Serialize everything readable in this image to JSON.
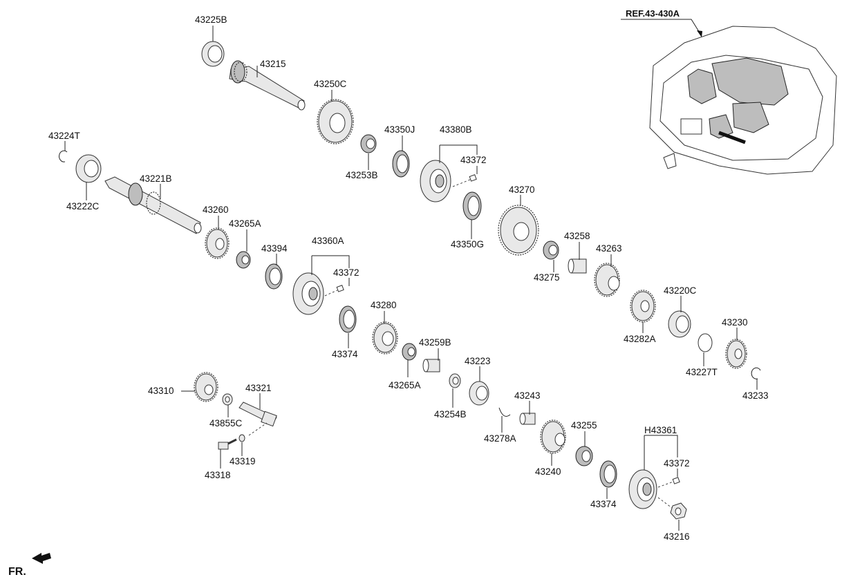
{
  "reference": {
    "label": "REF.43-430A"
  },
  "front_indicator": {
    "label": "FR."
  },
  "parts": [
    {
      "id": "p1",
      "number": "43225B"
    },
    {
      "id": "p2",
      "number": "43215"
    },
    {
      "id": "p3",
      "number": "43250C"
    },
    {
      "id": "p4",
      "number": "43350J"
    },
    {
      "id": "p5",
      "number": "43380B"
    },
    {
      "id": "p6",
      "number": "43372"
    },
    {
      "id": "p7",
      "number": "43253B"
    },
    {
      "id": "p8",
      "number": "43224T"
    },
    {
      "id": "p9",
      "number": "43221B"
    },
    {
      "id": "p10",
      "number": "43222C"
    },
    {
      "id": "p11",
      "number": "43260"
    },
    {
      "id": "p12",
      "number": "43265A"
    },
    {
      "id": "p13",
      "number": "43394"
    },
    {
      "id": "p14",
      "number": "43360A"
    },
    {
      "id": "p15",
      "number": "43372"
    },
    {
      "id": "p16",
      "number": "43270"
    },
    {
      "id": "p17",
      "number": "43350G"
    },
    {
      "id": "p18",
      "number": "43258"
    },
    {
      "id": "p19",
      "number": "43263"
    },
    {
      "id": "p20",
      "number": "43275"
    },
    {
      "id": "p21",
      "number": "43220C"
    },
    {
      "id": "p22",
      "number": "43282A"
    },
    {
      "id": "p23",
      "number": "43230"
    },
    {
      "id": "p24",
      "number": "43227T"
    },
    {
      "id": "p25",
      "number": "43233"
    },
    {
      "id": "p26",
      "number": "43280"
    },
    {
      "id": "p27",
      "number": "43374"
    },
    {
      "id": "p28",
      "number": "43259B"
    },
    {
      "id": "p29",
      "number": "43265A"
    },
    {
      "id": "p30",
      "number": "43223"
    },
    {
      "id": "p31",
      "number": "43254B"
    },
    {
      "id": "p32",
      "number": "43243"
    },
    {
      "id": "p33",
      "number": "43278A"
    },
    {
      "id": "p34",
      "number": "43255"
    },
    {
      "id": "p35",
      "number": "43240"
    },
    {
      "id": "p36",
      "number": "H43361"
    },
    {
      "id": "p37",
      "number": "43372"
    },
    {
      "id": "p38",
      "number": "43374"
    },
    {
      "id": "p39",
      "number": "43216"
    },
    {
      "id": "p40",
      "number": "43310"
    },
    {
      "id": "p41",
      "number": "43321"
    },
    {
      "id": "p42",
      "number": "43855C"
    },
    {
      "id": "p43",
      "number": "43319"
    },
    {
      "id": "p44",
      "number": "43318"
    }
  ]
}
